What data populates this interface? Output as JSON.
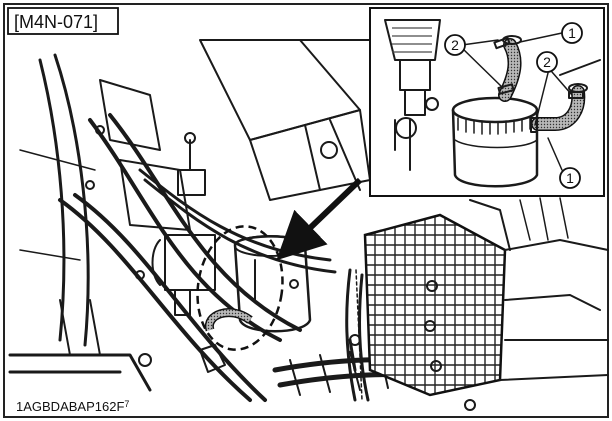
{
  "figure": {
    "ref_code": "[M4N-071]",
    "image_code": "1AGBDABAP162F",
    "image_code_suffix": "7"
  },
  "callouts": [
    {
      "id": "1",
      "text": "1"
    },
    {
      "id": "2",
      "text": "2"
    }
  ],
  "colors": {
    "ink": "#1a1a1a",
    "hose_fill": "#9a9a9a",
    "background": "#ffffff"
  }
}
